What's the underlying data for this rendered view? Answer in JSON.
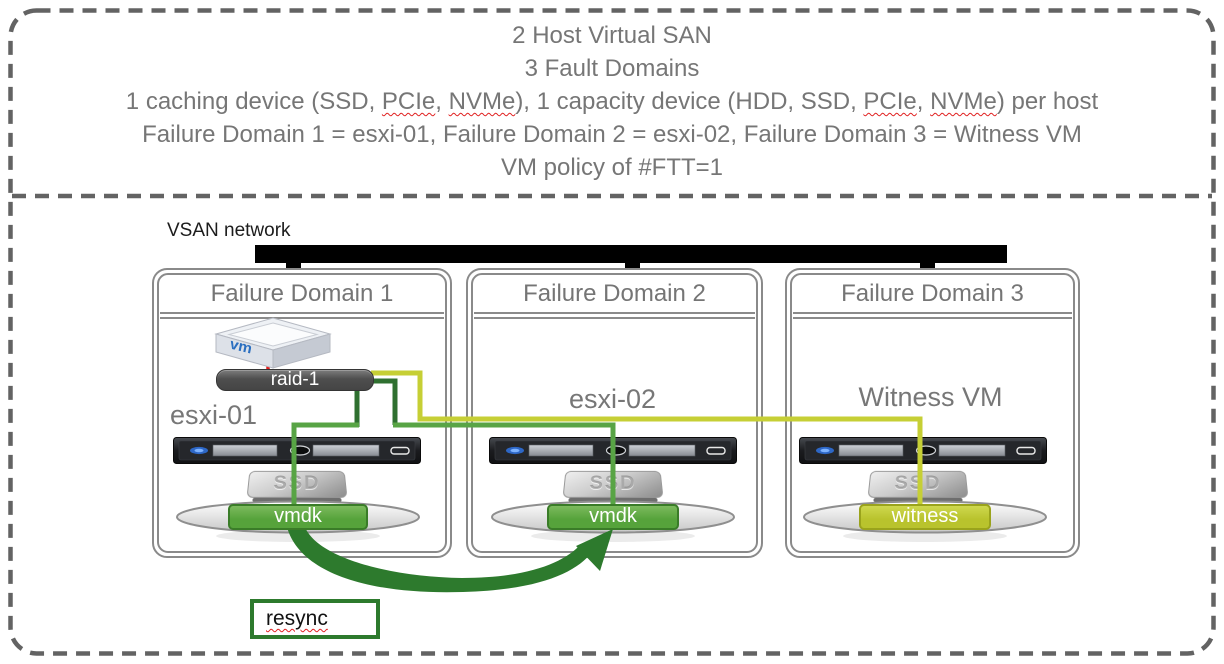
{
  "header": {
    "line1": "2 Host Virtual SAN",
    "line2": "3 Fault Domains",
    "line3": {
      "p1": "1 caching device (SSD, ",
      "s1": "PCIe",
      "p2": ", ",
      "s2": "NVMe",
      "p3": "), 1 capacity device (HDD, SSD, ",
      "s3": "PCIe",
      "p4": ", ",
      "s4": "NVMe",
      "p5": ") per host"
    },
    "line4": "Failure Domain 1 = esxi-01, Failure Domain 2 = esxi-02, Failure Domain 3 = Witness VM",
    "line5": "VM policy of #FTT=1"
  },
  "network": {
    "label": "VSAN network"
  },
  "domains": [
    {
      "title": "Failure Domain 1",
      "host": "esxi-01",
      "disk_label": "vmdk"
    },
    {
      "title": "Failure Domain 2",
      "host": "esxi-02",
      "disk_label": "vmdk"
    },
    {
      "title": "Failure Domain 3",
      "host": "Witness VM",
      "disk_label": "witness"
    }
  ],
  "vm_stack": {
    "vm_logo": "vm",
    "raid_label": "raid-1"
  },
  "ssd_label": "SSD",
  "resync_label": "resync",
  "colors": {
    "replica_line": "#58a445",
    "replica_line_dark": "#2f7030",
    "witness_line": "#c6cf35",
    "vmdk_fill": "#56a33b",
    "vmdk_border": "#3a7c28",
    "witness_fill": "#b9c32d",
    "witness_border": "#9aa31c",
    "resync_green": "#2d7a2d",
    "vm_red_link": "#e31e1e",
    "network_bar": "#000000",
    "raid_bar": "#4f4f4f",
    "text_gray": "#767676",
    "border_gray": "#8a8a8a",
    "spellcheck_red": "#e02020"
  }
}
